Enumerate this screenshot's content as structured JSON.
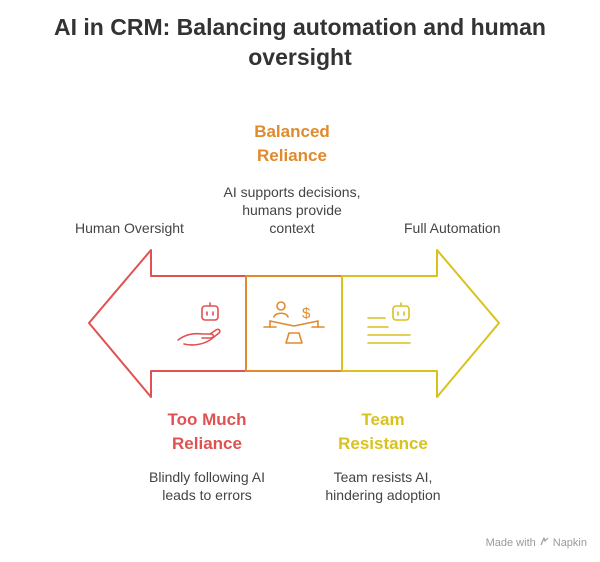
{
  "title": "AI in CRM: Balancing automation and human oversight",
  "top": {
    "heading": "Balanced Reliance",
    "desc": "AI supports decisions, humans provide context"
  },
  "ends": {
    "left": "Human Oversight",
    "right": "Full Automation"
  },
  "bottom_left": {
    "heading": "Too Much Reliance",
    "desc": "Blindly following AI leads to errors"
  },
  "bottom_right": {
    "heading": "Team Resistance",
    "desc": "Team resists AI, hindering adoption"
  },
  "footer": {
    "made_with": "Made with",
    "brand": "Napkin"
  },
  "icons": [
    "robot-hand-icon",
    "balance-scale-icon",
    "document-robot-icon",
    "napkin-logo-icon"
  ],
  "colors": {
    "red": "#e05252",
    "orange": "#e08a2e",
    "yellow": "#d8c21e"
  }
}
